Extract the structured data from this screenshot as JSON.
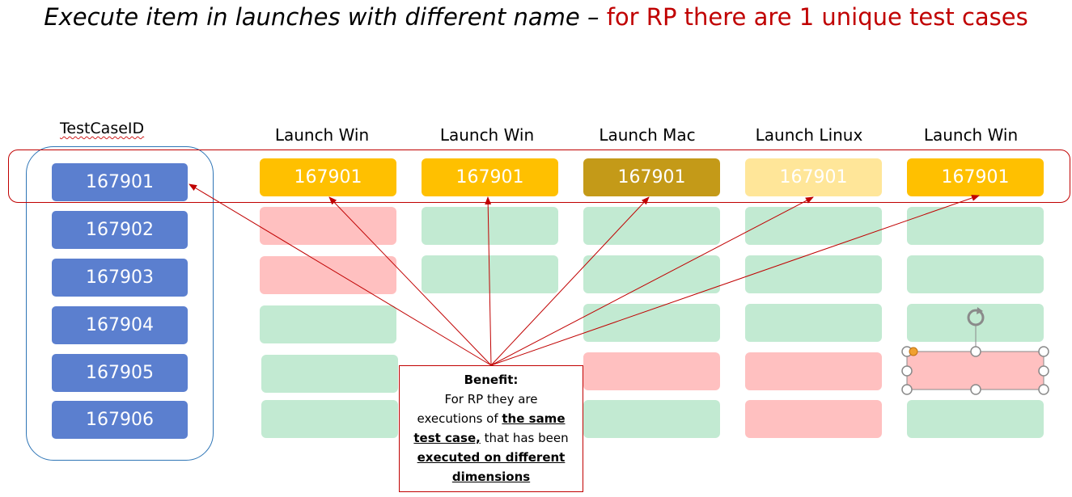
{
  "title": {
    "lead": "Execute item in launches with different name – ",
    "accent": "for RP there are 1 unique test cases"
  },
  "test_case_column": {
    "label": "TestCaseID",
    "ids": [
      "167901",
      "167902",
      "167903",
      "167904",
      "167905",
      "167906"
    ]
  },
  "launches": [
    {
      "label": "Launch Win",
      "top_id": "167901",
      "top_color": "#ffc000"
    },
    {
      "label": "Launch Win",
      "top_id": "167901",
      "top_color": "#ffc000"
    },
    {
      "label": "Launch Mac",
      "top_id": "167901",
      "top_color": "#c49a18"
    },
    {
      "label": "Launch Linux",
      "top_id": "167901",
      "top_color": "#ffe699"
    },
    {
      "label": "Launch Win",
      "top_id": "167901",
      "top_color": "#ffc000"
    }
  ],
  "colors": {
    "id_box": "#5b7fcf",
    "pass": "#c2ead2",
    "fail": "#ffc0c0",
    "accent_red": "#c00000",
    "frame_blue": "#2e75b6"
  },
  "benefit": {
    "heading": "Benefit:",
    "line1": "For RP they are",
    "line2_plain": "executions of ",
    "line2_bold": "the same",
    "line3_bold": "test case,",
    "line3_plain": " that has been",
    "line4_bold": "executed on different",
    "line5_bold": "dimensions"
  }
}
